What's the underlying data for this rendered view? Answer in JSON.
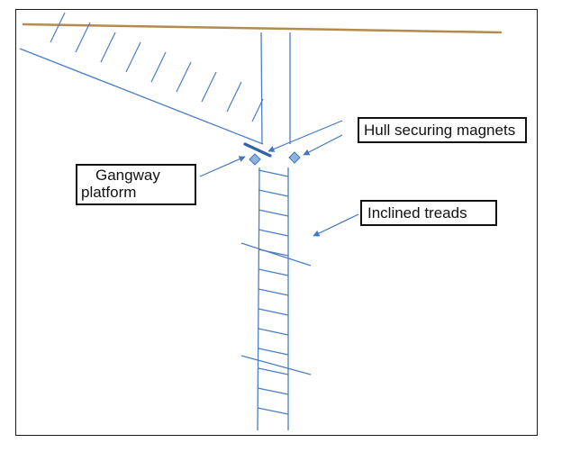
{
  "labels": {
    "hull_securing_magnets": "Hull securing magnets",
    "gangway_line1": "Gangway",
    "gangway_line2": "platform",
    "inclined_treads": "Inclined treads"
  },
  "colors": {
    "structure": "#4a7ec4",
    "deck": "#b58a4e",
    "arrow": "#3f77c0",
    "magnet": "#8fb3df",
    "border": "#111111"
  },
  "icons": {
    "arrow": "triangle-arrowhead",
    "magnet": "diamond"
  }
}
